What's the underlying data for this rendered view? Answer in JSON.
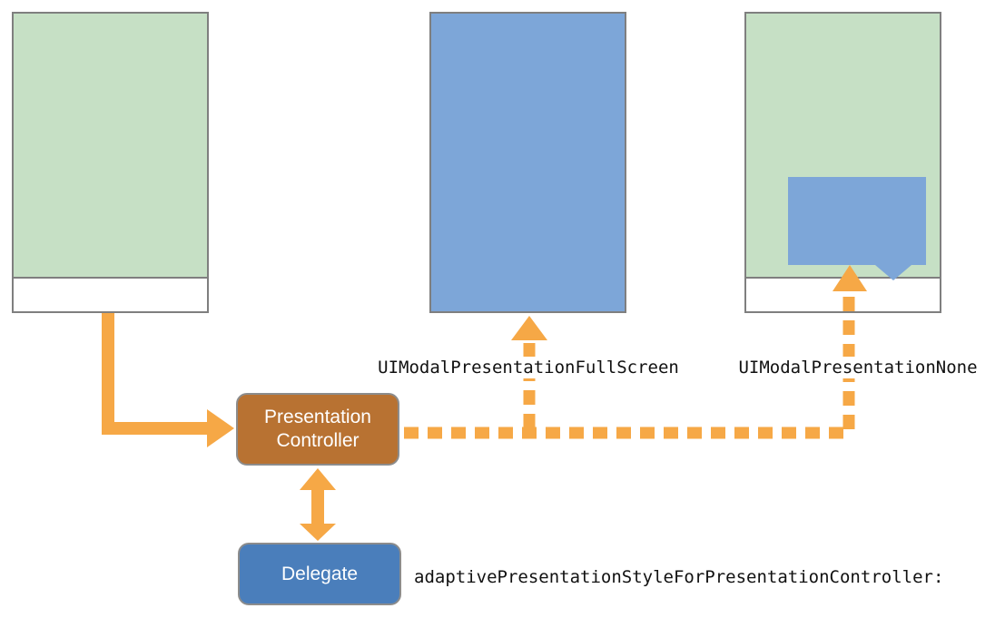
{
  "colors": {
    "canvas_bg": "#FFFFFF",
    "device_border": "#7F7F7F",
    "screen_green": "#C6E0C5",
    "screen_blue": "#7DA6D8",
    "popover_blue": "#7DA6D8",
    "controller_fill": "#B87232",
    "delegate_fill": "#4A7EBB",
    "node_border": "#8C8C8C",
    "node_text": "#FFFFFF",
    "arrow_orange": "#F6A846",
    "annotation_text": "#111111"
  },
  "nodes": {
    "presentation_controller": {
      "label": "Presentation Controller"
    },
    "delegate": {
      "label": "Delegate"
    }
  },
  "annotations": {
    "fullscreen_style": "UIModalPresentationFullScreen",
    "none_style": "UIModalPresentationNone",
    "delegate_method": "adaptivePresentationStyleForPresentationController:"
  }
}
